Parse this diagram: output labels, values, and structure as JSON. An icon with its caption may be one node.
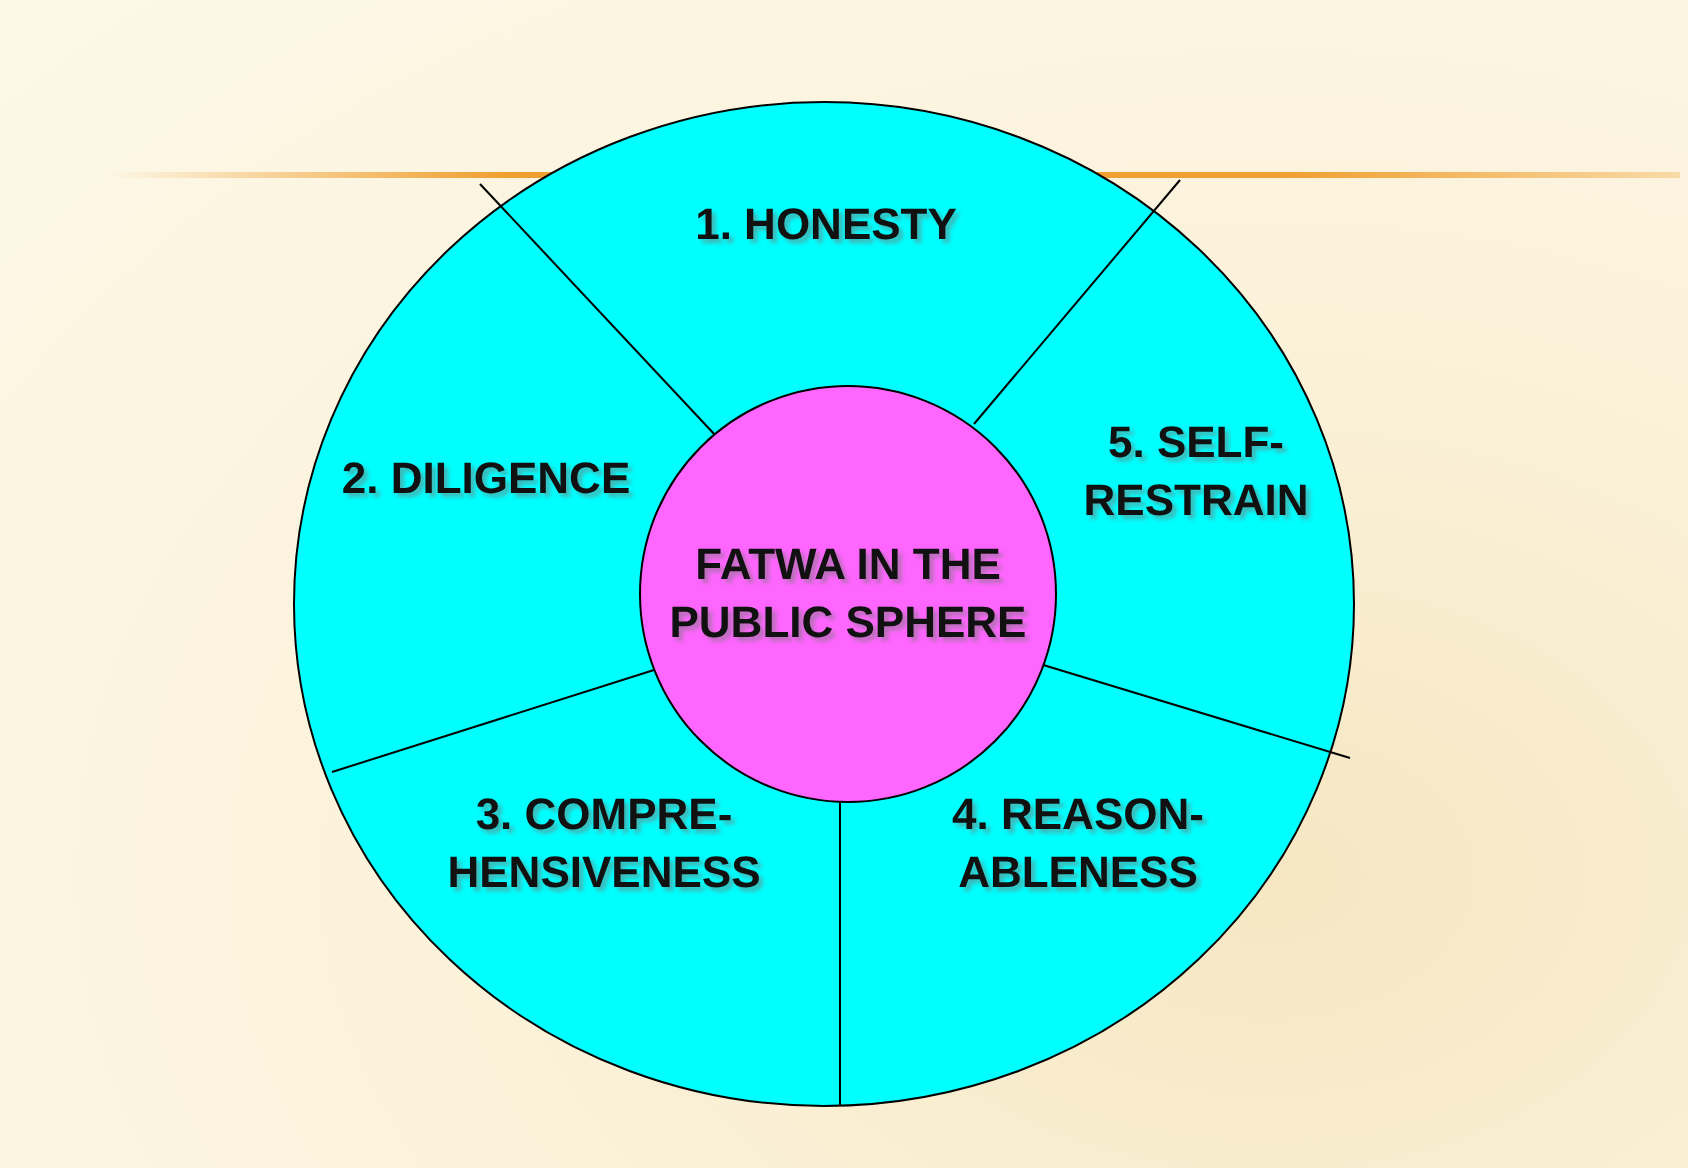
{
  "diagram": {
    "nodes": [
      {
        "text": [
          "FATWA IN THE PUBLIC SPHERE"
        ]
      },
      {
        "text": [
          "1. HONESTY"
        ]
      },
      {
        "text": [
          "5. SELF- RESTRAIN"
        ]
      },
      {
        "text": [
          "2. DILIGENCE"
        ]
      },
      {
        "text": [
          "3. COMPRE- HENSIVENESS"
        ]
      },
      {
        "text": [
          "4. REASON- ABLENESS"
        ]
      }
    ]
  }
}
